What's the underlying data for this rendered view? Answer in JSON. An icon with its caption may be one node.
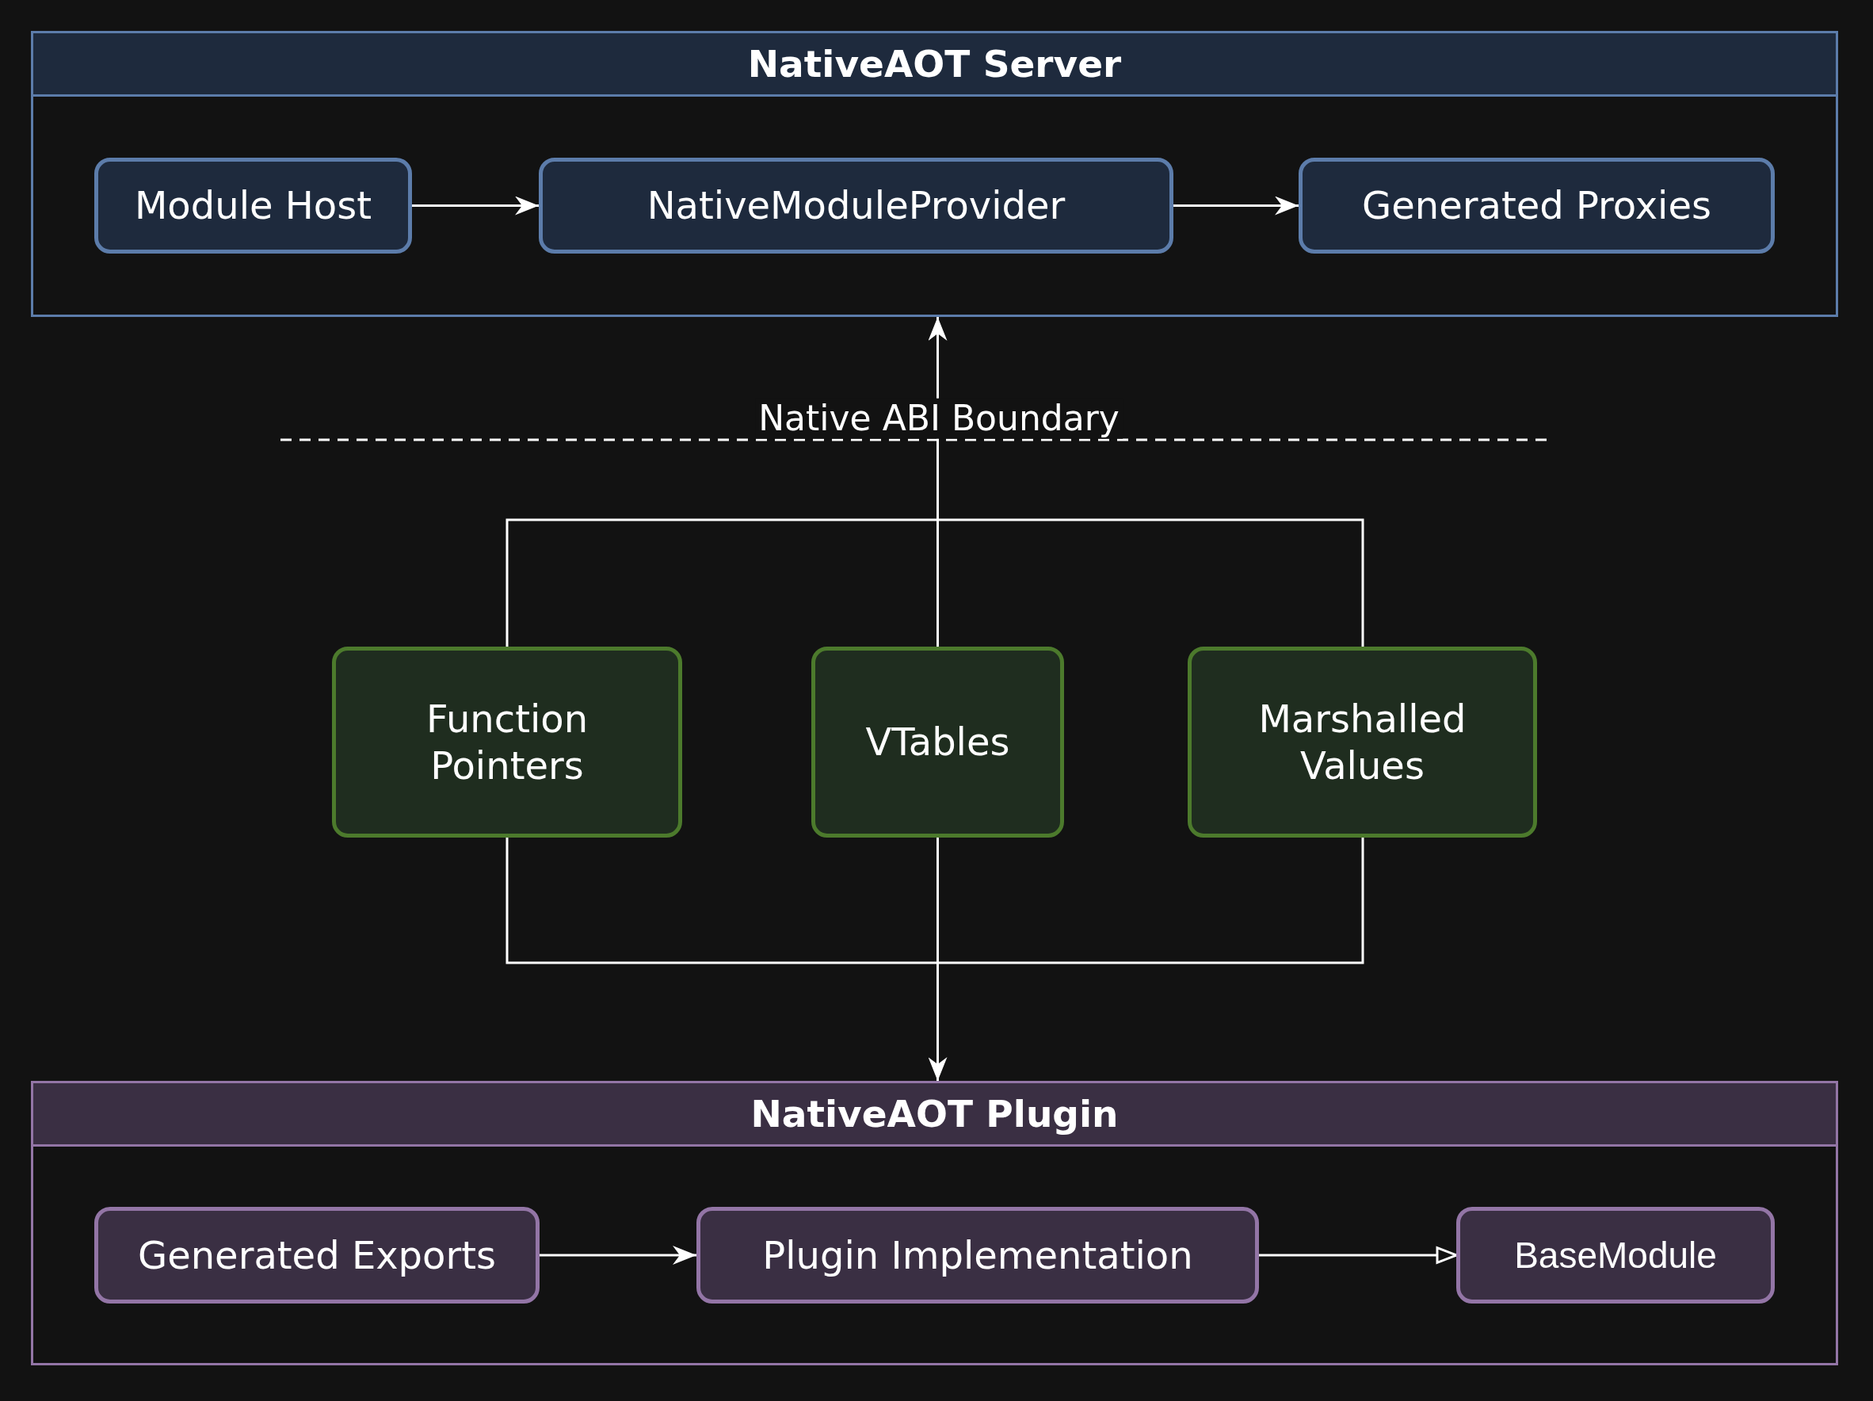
{
  "diagram": {
    "nodes": [
      {
        "text": [
          "NativeAOT Server"
        ]
      },
      {
        "text": [
          "Module Host"
        ],
        "in": 0
      },
      {
        "text": [
          "NativeModuleProvider"
        ],
        "in": 0
      },
      {
        "text": [
          "Generated Proxies"
        ],
        "in": 0
      },
      {
        "text": [
          "Function Pointers"
        ]
      },
      {
        "text": [
          "VTables"
        ]
      },
      {
        "text": [
          "Marshalled Values"
        ]
      },
      {
        "text": [
          "NativeAOT Plugin"
        ]
      },
      {
        "text": [
          "Generated Exports"
        ],
        "in": 7
      },
      {
        "text": [
          "Plugin Implementation"
        ],
        "in": 7
      },
      {
        "text": [
          "BaseModule"
        ],
        "in": 7
      }
    ],
    "edges": [
      {
        "from": 1,
        "to": 2,
        "arrow": "to"
      },
      {
        "from": 2,
        "to": 3,
        "arrow": "to"
      },
      {
        "from": 5,
        "to": 0,
        "arrow": "to",
        "label": "Native ABI Boundary"
      },
      {
        "from": 4,
        "to": 6,
        "arrow": "none"
      },
      {
        "from": 4,
        "to": 6,
        "arrow": "none"
      },
      {
        "from": 5,
        "to": 7,
        "arrow": "to"
      },
      {
        "from": 8,
        "to": 9,
        "arrow": "to"
      },
      {
        "from": 9,
        "to": 10,
        "arrow": "to"
      }
    ]
  }
}
